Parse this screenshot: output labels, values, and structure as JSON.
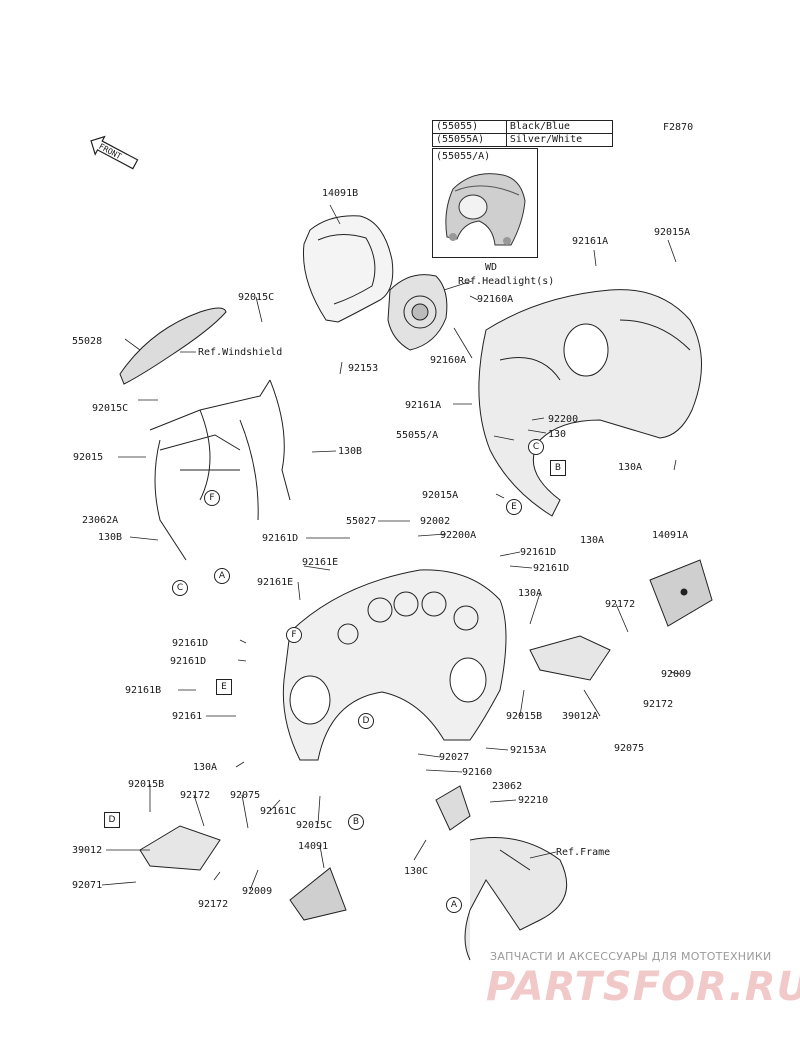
{
  "figure_code": "F2870",
  "front_label": "FRONT",
  "color_table": [
    {
      "code": "(55055)",
      "color": "Black/Blue"
    },
    {
      "code": "(55055A)",
      "color": "Silver/White"
    }
  ],
  "inset_label": "(55055/A)",
  "inset_caption": "WD",
  "labels": [
    {
      "id": "14091B",
      "text": "14091B"
    },
    {
      "id": "ref-headlight",
      "text": "Ref.Headlight(s)"
    },
    {
      "id": "92161A-top",
      "text": "92161A"
    },
    {
      "id": "92015A-top",
      "text": "92015A"
    },
    {
      "id": "92015C-top",
      "text": "92015C"
    },
    {
      "id": "55028",
      "text": "55028"
    },
    {
      "id": "ref-windshield",
      "text": "Ref.Windshield"
    },
    {
      "id": "92160A-1",
      "text": "92160A"
    },
    {
      "id": "92160A-2",
      "text": "92160A"
    },
    {
      "id": "92153",
      "text": "92153"
    },
    {
      "id": "92015C-mid",
      "text": "92015C"
    },
    {
      "id": "92161A-mid",
      "text": "92161A"
    },
    {
      "id": "92200",
      "text": "92200"
    },
    {
      "id": "130",
      "text": "130"
    },
    {
      "id": "55055A",
      "text": "55055/A"
    },
    {
      "id": "130A-right",
      "text": "130A"
    },
    {
      "id": "92015",
      "text": "92015"
    },
    {
      "id": "130B-top",
      "text": "130B"
    },
    {
      "id": "92015A-mid",
      "text": "92015A"
    },
    {
      "id": "23062A",
      "text": "23062A"
    },
    {
      "id": "130B-left",
      "text": "130B"
    },
    {
      "id": "92161D-1",
      "text": "92161D"
    },
    {
      "id": "55027",
      "text": "55027"
    },
    {
      "id": "92002",
      "text": "92002"
    },
    {
      "id": "92200A",
      "text": "92200A"
    },
    {
      "id": "130A-mid",
      "text": "130A"
    },
    {
      "id": "14091A",
      "text": "14091A"
    },
    {
      "id": "92161D-2",
      "text": "92161D"
    },
    {
      "id": "92161D-3",
      "text": "92161D"
    },
    {
      "id": "92161E-1",
      "text": "92161E"
    },
    {
      "id": "92161E-2",
      "text": "92161E"
    },
    {
      "id": "130A-r2",
      "text": "130A"
    },
    {
      "id": "92172-r",
      "text": "92172"
    },
    {
      "id": "92161D-4",
      "text": "92161D"
    },
    {
      "id": "92161D-5",
      "text": "92161D"
    },
    {
      "id": "92009-r",
      "text": "92009"
    },
    {
      "id": "92161B",
      "text": "92161B"
    },
    {
      "id": "92015B-mid",
      "text": "92015B"
    },
    {
      "id": "39012A",
      "text": "39012A"
    },
    {
      "id": "92172-r2",
      "text": "92172"
    },
    {
      "id": "92161",
      "text": "92161"
    },
    {
      "id": "92075-r",
      "text": "92075"
    },
    {
      "id": "92027",
      "text": "92027"
    },
    {
      "id": "92153A",
      "text": "92153A"
    },
    {
      "id": "130A-low",
      "text": "130A"
    },
    {
      "id": "92160",
      "text": "92160"
    },
    {
      "id": "92015B-left",
      "text": "92015B"
    },
    {
      "id": "92172-l",
      "text": "92172"
    },
    {
      "id": "92075-l",
      "text": "92075"
    },
    {
      "id": "23062",
      "text": "23062"
    },
    {
      "id": "92210",
      "text": "92210"
    },
    {
      "id": "92161C",
      "text": "92161C"
    },
    {
      "id": "92015C-low",
      "text": "92015C"
    },
    {
      "id": "39012",
      "text": "39012"
    },
    {
      "id": "14091",
      "text": "14091"
    },
    {
      "id": "ref-frame",
      "text": "Ref.Frame"
    },
    {
      "id": "130C",
      "text": "130C"
    },
    {
      "id": "92071",
      "text": "92071"
    },
    {
      "id": "92009-l",
      "text": "92009"
    },
    {
      "id": "92172-l2",
      "text": "92172"
    }
  ],
  "callouts": [
    "A",
    "B",
    "C",
    "D",
    "E",
    "F"
  ],
  "watermark": {
    "tagline": "ЗАПЧАСТИ И АКСЕССУАРЫ ДЛЯ МОТОТЕХНИКИ",
    "brand": "PARTSFOR.RU"
  }
}
